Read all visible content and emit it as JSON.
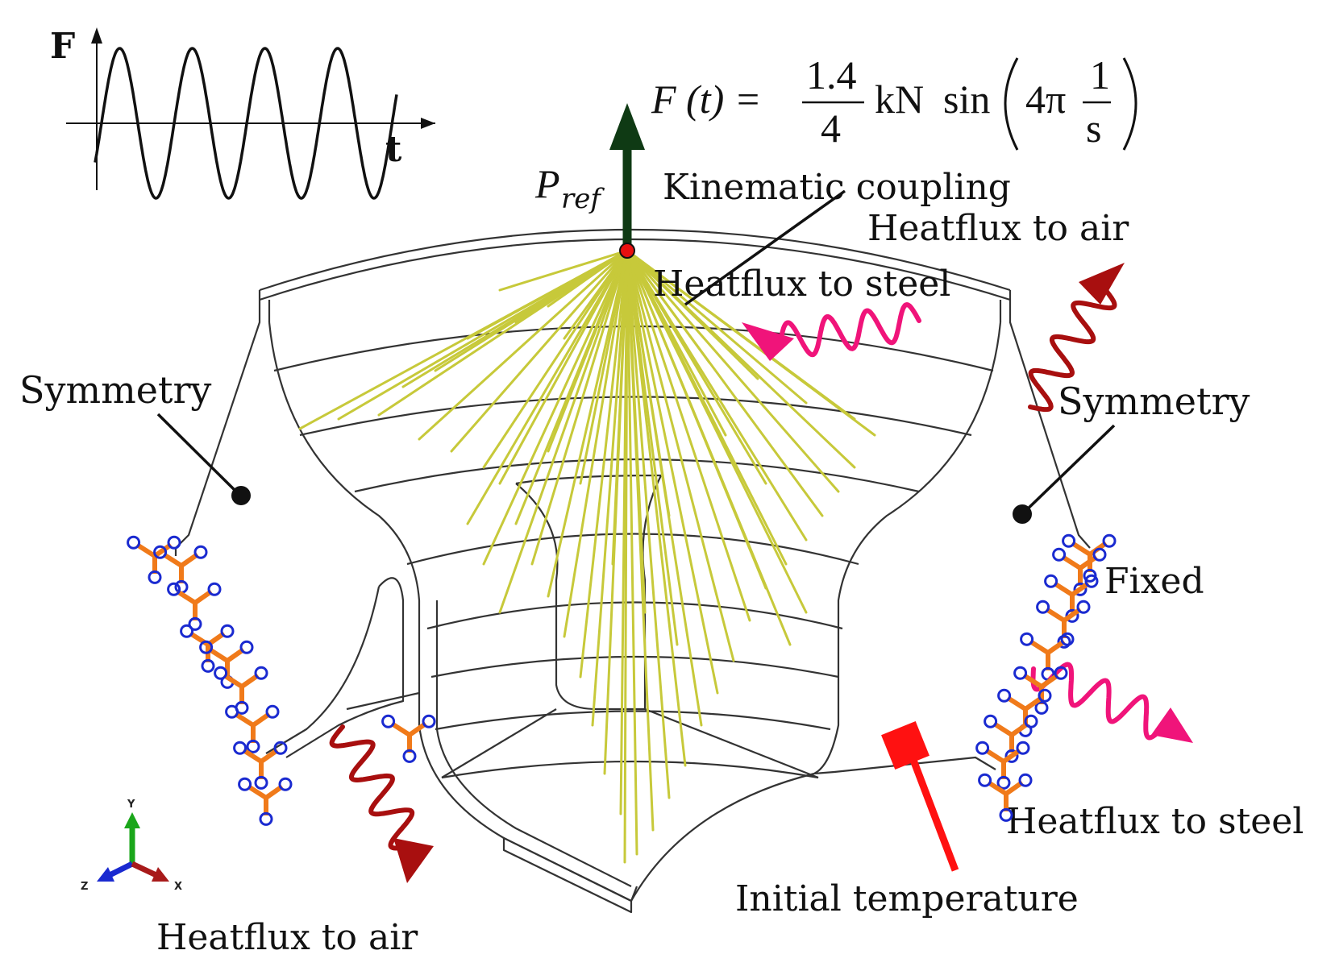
{
  "plot_inset": {
    "y_label": "F",
    "x_label": "t"
  },
  "equation": {
    "lhs": "F (t) =",
    "numerator": "1.4",
    "denominator": "4",
    "unit": "kN",
    "func": "sin",
    "arg_coeff": "4π",
    "arg_num": "1",
    "arg_den": "s"
  },
  "reference_point": {
    "label_main": "P",
    "label_sub": "ref"
  },
  "labels": {
    "kinematic_coupling": "Kinematic coupling",
    "heatflux_air_top": "Heatflux to air",
    "heatflux_steel_top": "Heatflux to steel",
    "symmetry_left": "Symmetry",
    "symmetry_right": "Symmetry",
    "fixed": "Fixed",
    "heatflux_steel_bottom": "Heatflux to steel",
    "initial_temperature": "Initial temperature",
    "heatflux_air_bottom": "Heatflux to air"
  },
  "triad": {
    "y": "Y",
    "z": "Z",
    "x": "X"
  },
  "colors": {
    "force_arrow": "#0f3a14",
    "ref_point": "#e81010",
    "coupling_lines": "#c7c93a",
    "heatflux_air": "#a80f0f",
    "heatflux_steel": "#f0147a",
    "initial_temp": "#ff1111",
    "bc_orange": "#f07a1a",
    "bc_blue": "#1a2ad0",
    "mesh": "#333333"
  }
}
